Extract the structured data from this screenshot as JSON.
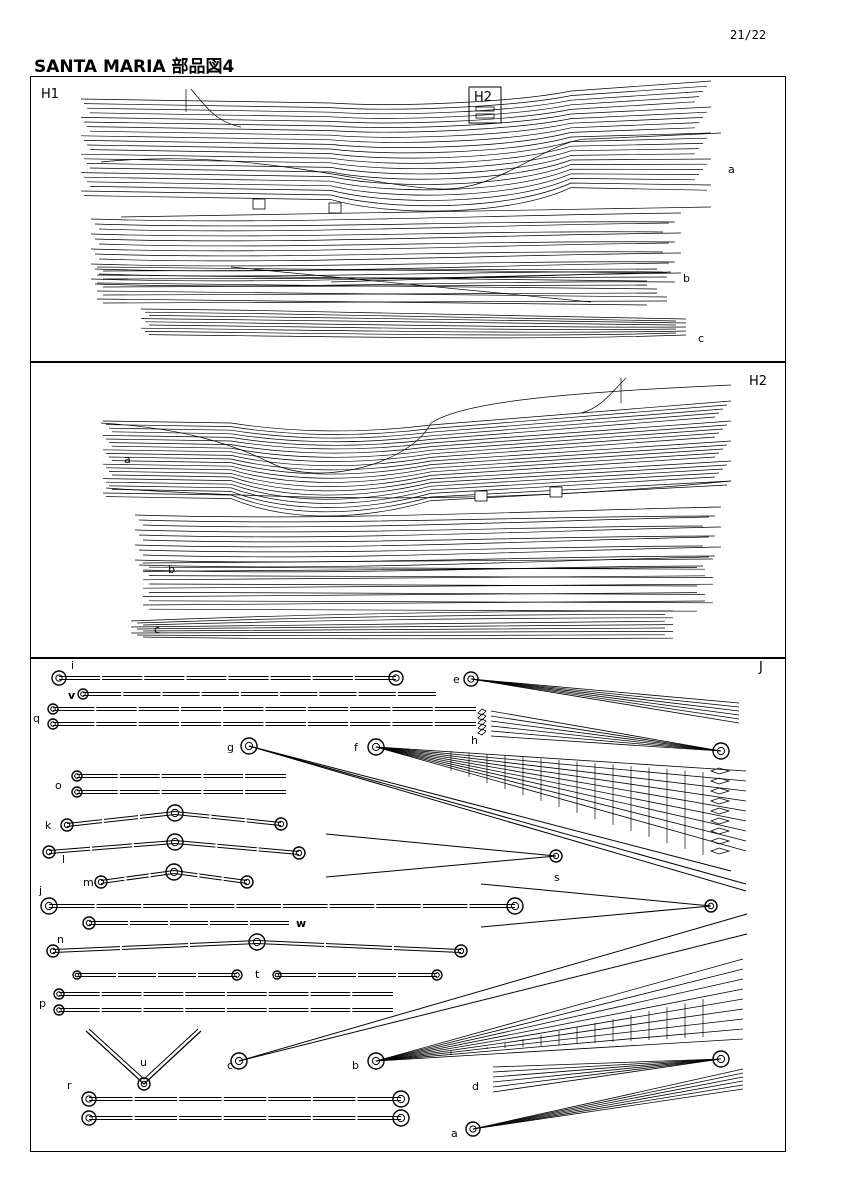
{
  "page_number": "21/22",
  "title": "SANTA MARIA  部品図4",
  "panels": {
    "h1": {
      "label": "H1",
      "inset_label": "H2",
      "parts": [
        "a",
        "b",
        "c"
      ]
    },
    "h2": {
      "label": "H2",
      "parts": [
        "a",
        "b",
        "c"
      ]
    },
    "j": {
      "label": "J"
    }
  },
  "j_labels": {
    "i": "i",
    "v": "v",
    "q": "q",
    "o": "o",
    "k": "k",
    "l": "l",
    "m": "m",
    "j": "j",
    "w": "w",
    "n": "n",
    "t": "t",
    "p": "p",
    "u": "u",
    "r": "r",
    "e": "e",
    "h": "h",
    "g": "g",
    "f": "f",
    "s": "s",
    "c": "c",
    "b": "b",
    "d": "d",
    "a": "a"
  }
}
